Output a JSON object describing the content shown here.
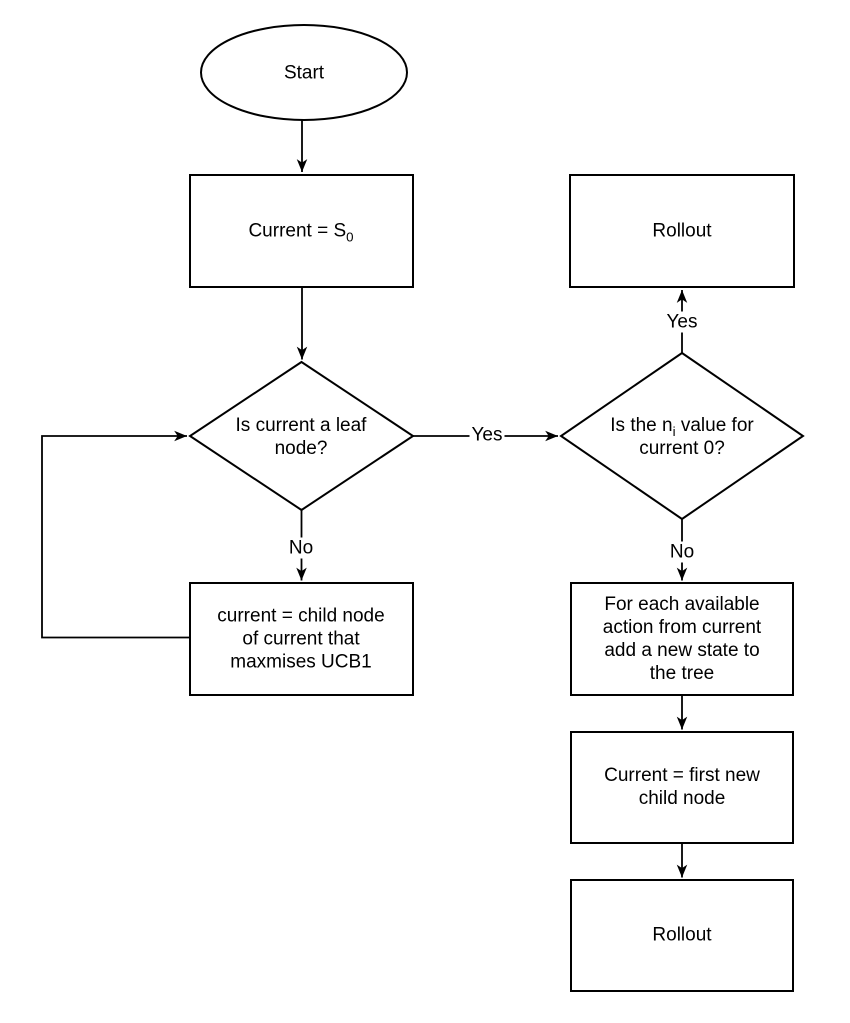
{
  "diagram": {
    "type": "flowchart",
    "colors": {
      "stroke": "#000000",
      "fill": "#ffffff",
      "text": "#000000",
      "background": "#ffffff"
    },
    "nodes": {
      "start": {
        "shape": "ellipse",
        "label": "Start"
      },
      "set_current_s0": {
        "shape": "rect",
        "label_pre": "Current = S",
        "label_sub": "0"
      },
      "leaf_check": {
        "shape": "diamond",
        "label": "Is current a leaf node?"
      },
      "select_child": {
        "shape": "rect",
        "label": "current = child node of current that maxmises UCB1"
      },
      "ni_check": {
        "shape": "diamond",
        "label_pre": "Is the n",
        "label_sub": "i",
        "label_post": " value for current 0?"
      },
      "rollout_top": {
        "shape": "rect",
        "label": "Rollout"
      },
      "expand": {
        "shape": "rect",
        "label": "For each available action from current add a new state to the tree"
      },
      "set_current_first_child": {
        "shape": "rect",
        "label": "Current = first new child node"
      },
      "rollout_bottom": {
        "shape": "rect",
        "label": "Rollout"
      }
    },
    "edge_labels": {
      "leaf_yes": "Yes",
      "leaf_no": "No",
      "ni_yes": "Yes",
      "ni_no": "No"
    },
    "edges": [
      "start -> set_current_s0",
      "set_current_s0 -> leaf_check",
      "leaf_check -No-> select_child",
      "select_child -loop-> leaf_check",
      "leaf_check -Yes-> ni_check",
      "ni_check -Yes-> rollout_top",
      "ni_check -No-> expand",
      "expand -> set_current_first_child",
      "set_current_first_child -> rollout_bottom"
    ]
  }
}
